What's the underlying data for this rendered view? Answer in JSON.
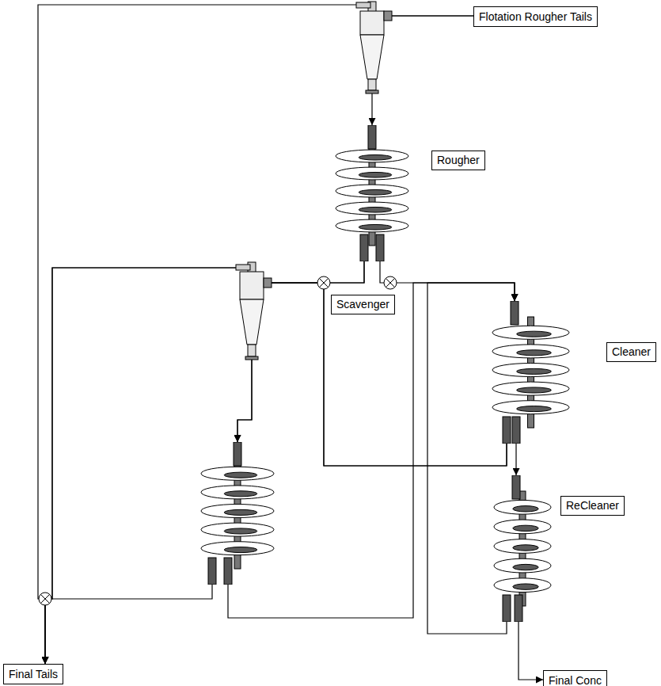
{
  "diagram": {
    "nodes": [
      {
        "text": [
          "Flotation Rougher Tails"
        ]
      },
      {
        "text": [
          "Rougher"
        ]
      },
      {
        "text": [
          "Cleaner"
        ]
      },
      {
        "text": [
          "Scavenger"
        ]
      },
      {
        "text": [
          "ReCleaner"
        ]
      },
      {
        "text": [
          "Final Tails"
        ]
      },
      {
        "text": [
          "Final Conc"
        ]
      }
    ],
    "edges": [
      {
        "from": 0,
        "to": 1,
        "arrow": "to"
      },
      {
        "from": 0,
        "to": 5,
        "arrow": "to"
      },
      {
        "from": 1,
        "to": 2,
        "arrow": "to"
      },
      {
        "from": 1,
        "to": 3,
        "arrow": "to"
      },
      {
        "from": 1,
        "to": 5,
        "arrow": "to"
      },
      {
        "from": 2,
        "to": 3,
        "arrow": "to"
      },
      {
        "from": 2,
        "to": 5,
        "arrow": "to"
      },
      {
        "from": 2,
        "to": 4,
        "arrow": "to"
      },
      {
        "from": 3,
        "to": 2,
        "arrow": "to"
      },
      {
        "from": 3,
        "to": 5,
        "arrow": "to"
      },
      {
        "from": 4,
        "to": 2,
        "arrow": "to"
      },
      {
        "from": 4,
        "to": 6,
        "arrow": "to"
      }
    ]
  }
}
